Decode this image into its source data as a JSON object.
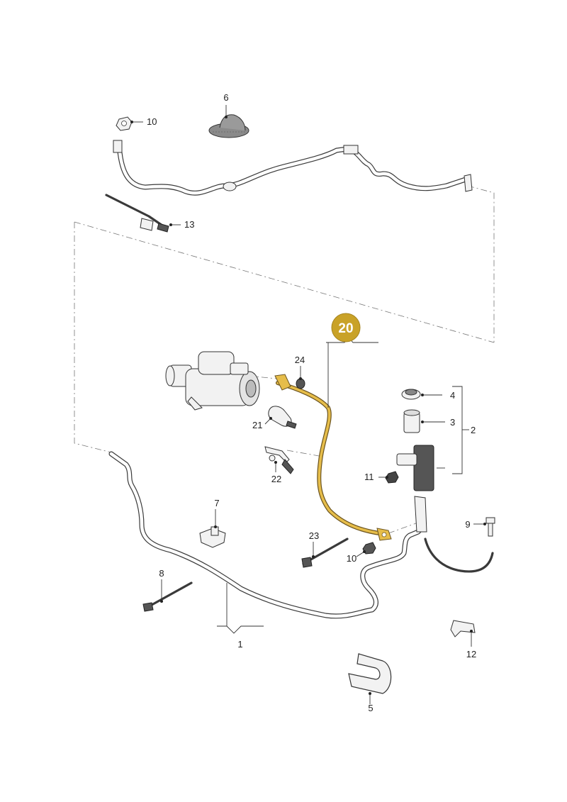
{
  "highlight": {
    "label": "20",
    "color": "#c9a227",
    "text_color": "#ffffff"
  },
  "colors": {
    "highlight_cable": "#d9ae3a",
    "line": "#333333"
  },
  "callouts": [
    "1",
    "2",
    "3",
    "4",
    "5",
    "6",
    "7",
    "8",
    "9",
    "10",
    "10",
    "11",
    "12",
    "13",
    "21",
    "22",
    "23",
    "24"
  ],
  "labels": {
    "n1": "1",
    "n2": "2",
    "n3": "3",
    "n4": "4",
    "n5": "5",
    "n6": "6",
    "n7": "7",
    "n8": "8",
    "n9": "9",
    "n10a": "10",
    "n10b": "10",
    "n11": "11",
    "n12": "12",
    "n13": "13",
    "n21": "21",
    "n22": "22",
    "n23": "23",
    "n24": "24"
  }
}
